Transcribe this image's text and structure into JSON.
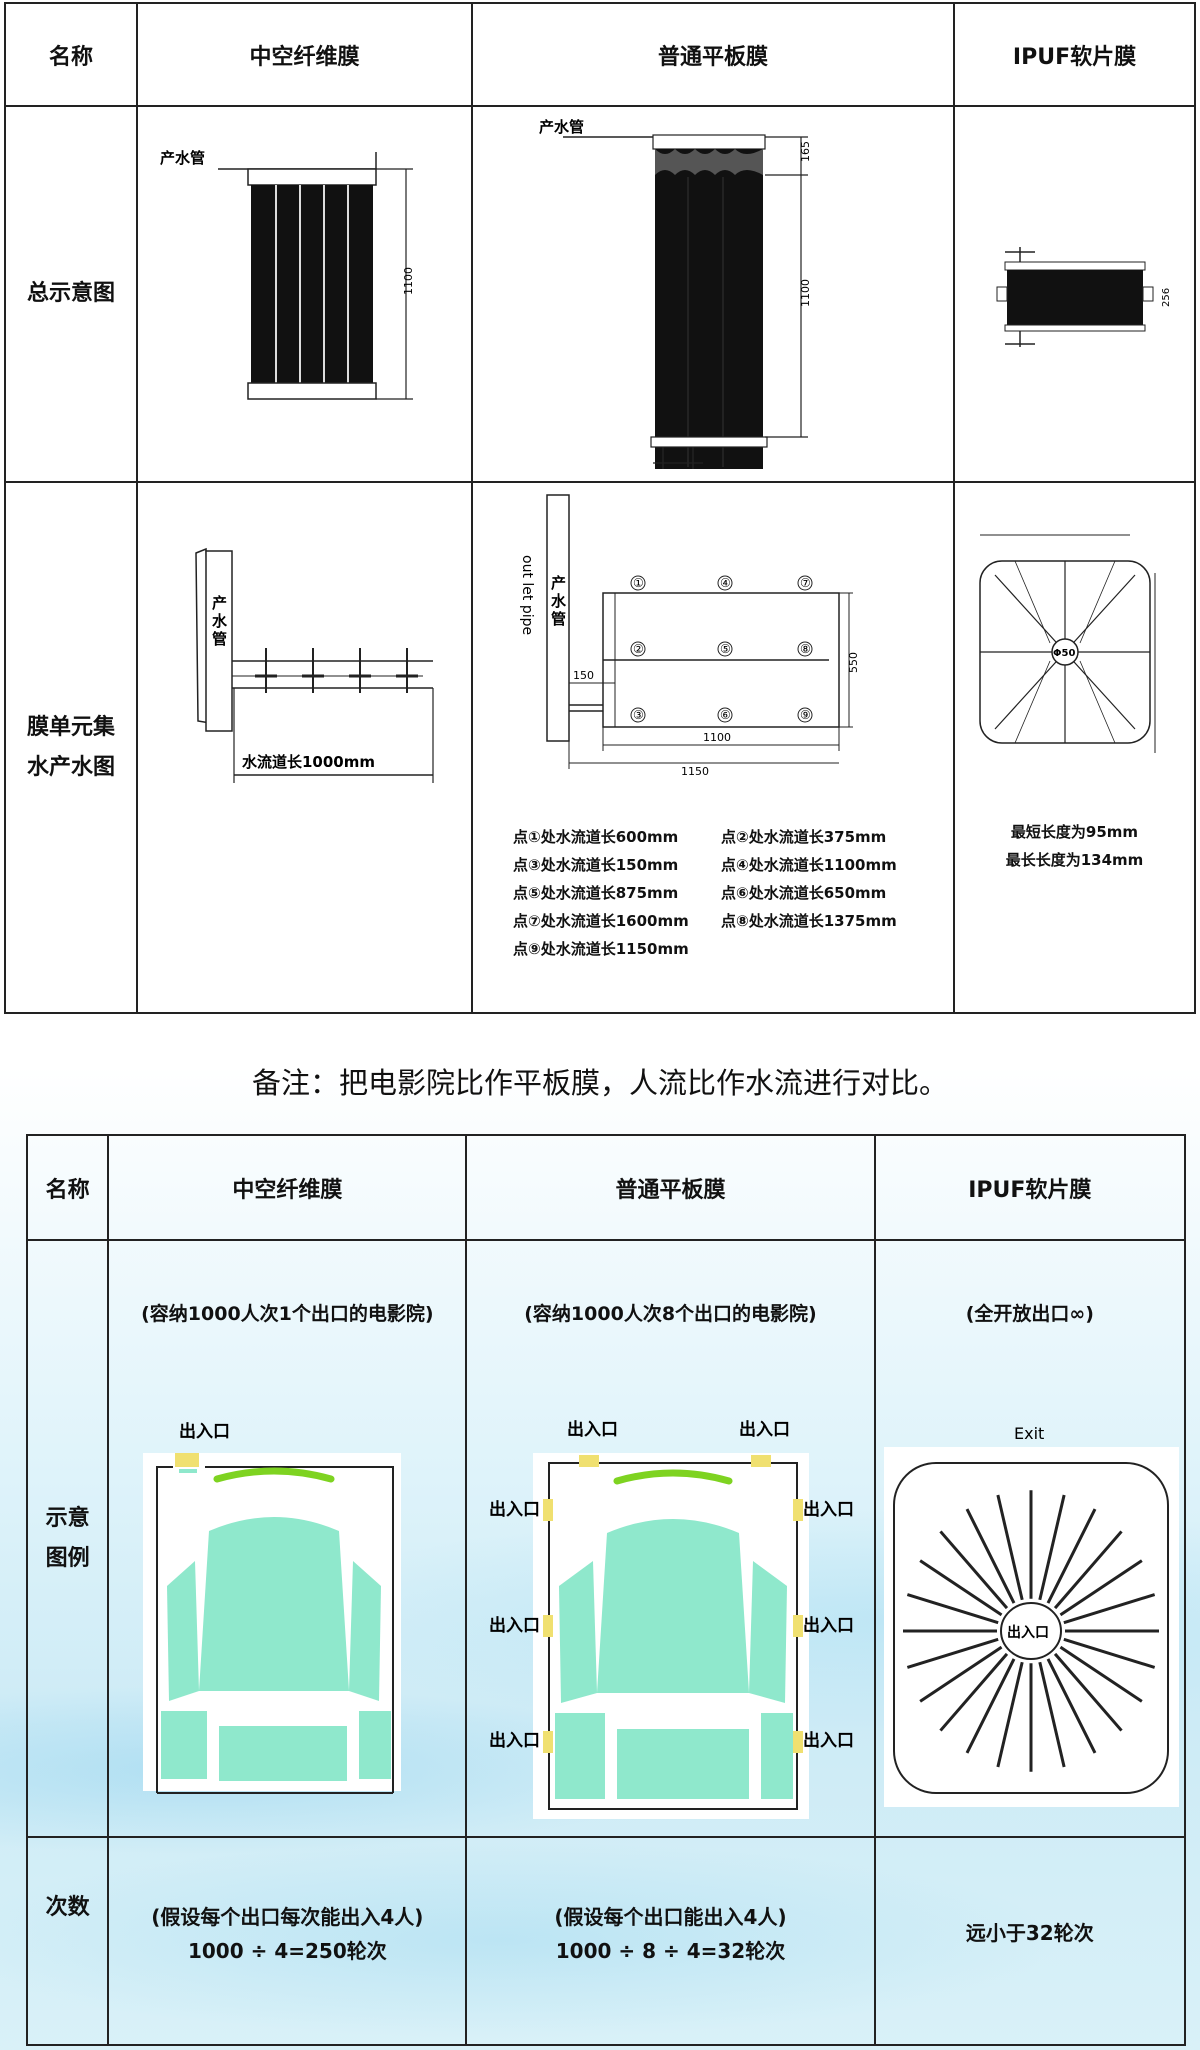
{
  "table1": {
    "headers": {
      "name": "名称",
      "col1": "中空纤维膜",
      "col2": "普通平板膜",
      "col3": "IPUF软片膜"
    },
    "row1": {
      "label": "总示意图",
      "col1": {
        "pipe_label": "产水管",
        "dim": "1100"
      },
      "col2": {
        "pipe_label": "产水管",
        "dim_top": "165",
        "dim": "1100"
      },
      "col3": {
        "dim": "256"
      }
    },
    "row2": {
      "label_line1": "膜单元集",
      "label_line2": "水产水图",
      "col1": {
        "pipe_label": "产水管",
        "channel": "水流道长1000mm"
      },
      "col2": {
        "outlet": "out let pipe",
        "pipe_label": "产水管",
        "dim_150": "150",
        "dim_550": "550",
        "dim_1100": "1100",
        "dim_1150": "1150",
        "points": [
          "①",
          "②",
          "③",
          "④",
          "⑤",
          "⑥",
          "⑦",
          "⑧",
          "⑨"
        ],
        "lengths": [
          [
            "点①处水流道长600mm",
            "点②处水流道长375mm"
          ],
          [
            "点③处水流道长150mm",
            "点④处水流道长1100mm"
          ],
          [
            "点⑤处水流道长875mm",
            "点⑥处水流道长650mm"
          ],
          [
            "点⑦处水流道长1600mm",
            "点⑧处水流道长1375mm"
          ],
          [
            "点⑨处水流道长1150mm",
            ""
          ]
        ]
      },
      "col3": {
        "center": "Φ50",
        "shortest": "最短长度为95mm",
        "longest": "最长长度为134mm"
      }
    }
  },
  "note": "备注：把电影院比作平板膜，人流比作水流进行对比。",
  "table2": {
    "headers": {
      "name": "名称",
      "col1": "中空纤维膜",
      "col2": "普通平板膜",
      "col3": "IPUF软片膜"
    },
    "row1": {
      "label_line1": "示意",
      "label_line2": "图例",
      "col1": {
        "caption": "(容纳1000人次1个出口的电影院)",
        "exit": "出入口"
      },
      "col2": {
        "caption": "(容纳1000人次8个出口的电影院)",
        "exit": "出入口"
      },
      "col3": {
        "caption": "(全开放出口∞)",
        "exit_top": "Exit",
        "exit": "出入口"
      }
    },
    "row2": {
      "label": "次数",
      "col1": {
        "line1": "(假设每个出口每次能出入4人)",
        "line2": "1000 ÷ 4=250轮次"
      },
      "col2": {
        "line1": "(假设每个出口能出入4人)",
        "line2": "1000 ÷ 8 ÷ 4=32轮次"
      },
      "col3": {
        "line1": "远小于32轮次"
      }
    }
  },
  "colors": {
    "seat": "#8fe8cc",
    "stage": "#7ed321",
    "door": "#f0e070",
    "line": "#222222"
  }
}
